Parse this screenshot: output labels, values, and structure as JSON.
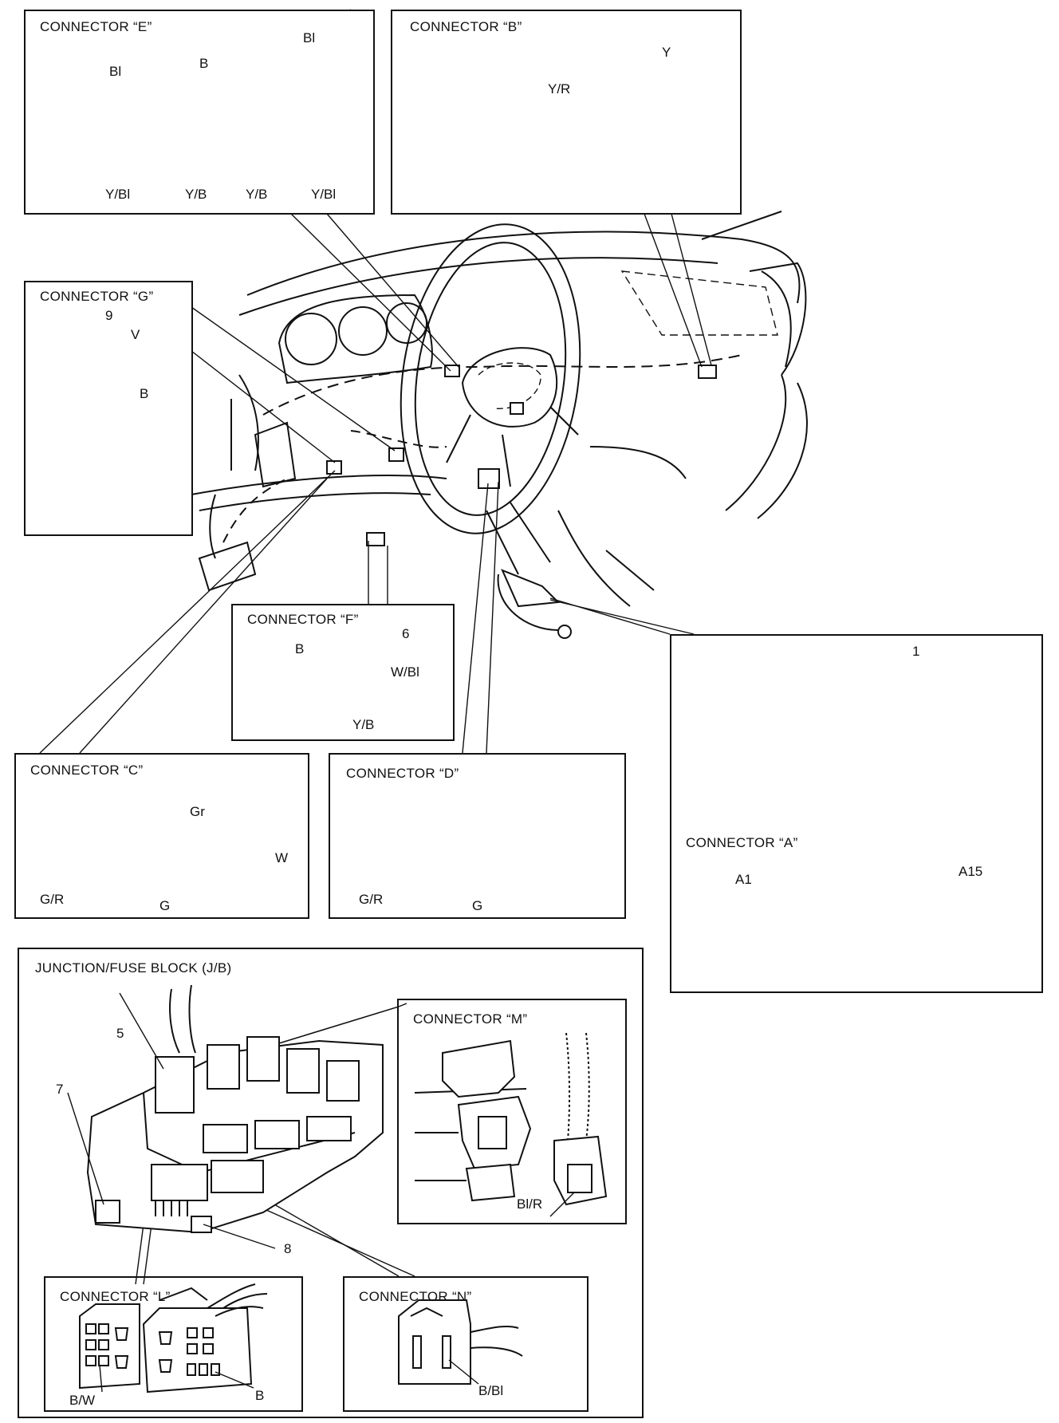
{
  "panels": {
    "e": {
      "title": "CONNECTOR “E”",
      "labels": [
        "Bl",
        "B",
        "Bl",
        "Y/Bl",
        "Y/B",
        "Y/B",
        "Y/Bl"
      ]
    },
    "b": {
      "title": "CONNECTOR “B”",
      "labels": [
        "Y",
        "Y/R"
      ]
    },
    "g": {
      "title": "CONNECTOR “G”",
      "labels": [
        "9",
        "V",
        "B"
      ]
    },
    "f": {
      "title": "CONNECTOR “F”",
      "labels": [
        "6",
        "B",
        "W/Bl",
        "Y/B"
      ]
    },
    "a": {
      "number": "1",
      "title": "CONNECTOR “A”",
      "labels": [
        "A1",
        "A15"
      ]
    },
    "c": {
      "title": "CONNECTOR “C”",
      "labels": [
        "Gr",
        "W",
        "G/R",
        "G"
      ]
    },
    "d": {
      "title": "CONNECTOR “D”",
      "labels": [
        "G/R",
        "G"
      ]
    },
    "jb": {
      "title": "JUNCTION/FUSE BLOCK (J/B)",
      "labels": [
        "5",
        "7",
        "8"
      ]
    },
    "m": {
      "title": "CONNECTOR “M”",
      "labels": [
        "Bl/R"
      ]
    },
    "l": {
      "title": "CONNECTOR “L”",
      "labels": [
        "B/W",
        "B"
      ]
    },
    "n": {
      "title": "CONNECTOR “N”",
      "labels": [
        "B/Bl"
      ]
    }
  },
  "colors": {
    "ink": "#111111",
    "paper": "#ffffff"
  }
}
